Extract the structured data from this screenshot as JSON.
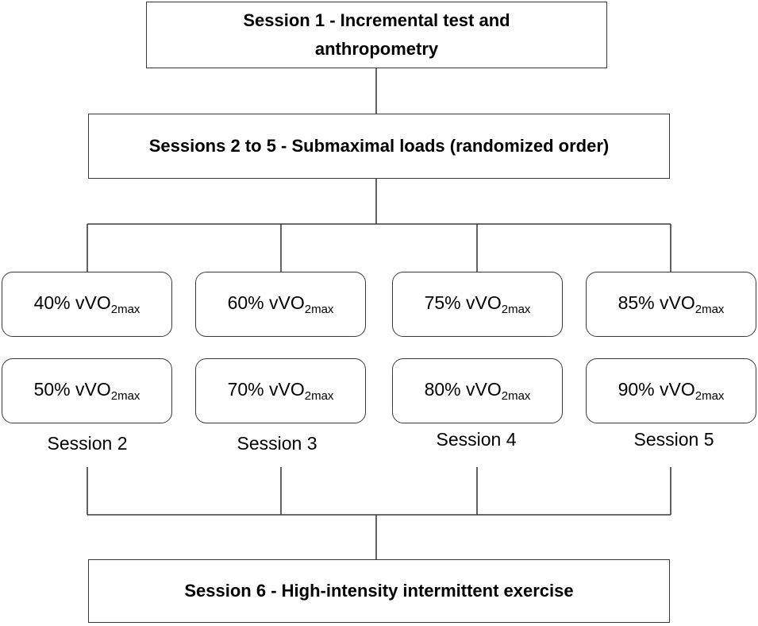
{
  "session1": "Session 1 - Incremental test and anthropometry",
  "sessions_2_5": "Sessions 2 to 5 - Submaximal loads (randomized order)",
  "session6": "Session 6 - High-intensity intermittent exercise",
  "columns": [
    {
      "label": "Session 2",
      "top": {
        "pct": "40% vVO",
        "sub": "2max"
      },
      "bottom": {
        "pct": "50% vVO",
        "sub": "2max"
      }
    },
    {
      "label": "Session 3",
      "top": {
        "pct": "60% vVO",
        "sub": "2max"
      },
      "bottom": {
        "pct": "70% vVO",
        "sub": "2max"
      }
    },
    {
      "label": "Session 4",
      "top": {
        "pct": "75% vVO",
        "sub": "2max"
      },
      "bottom": {
        "pct": "80% vVO",
        "sub": "2max"
      }
    },
    {
      "label": "Session 5",
      "top": {
        "pct": "85% vVO",
        "sub": "2max"
      },
      "bottom": {
        "pct": "90% vVO",
        "sub": "2max"
      }
    }
  ]
}
